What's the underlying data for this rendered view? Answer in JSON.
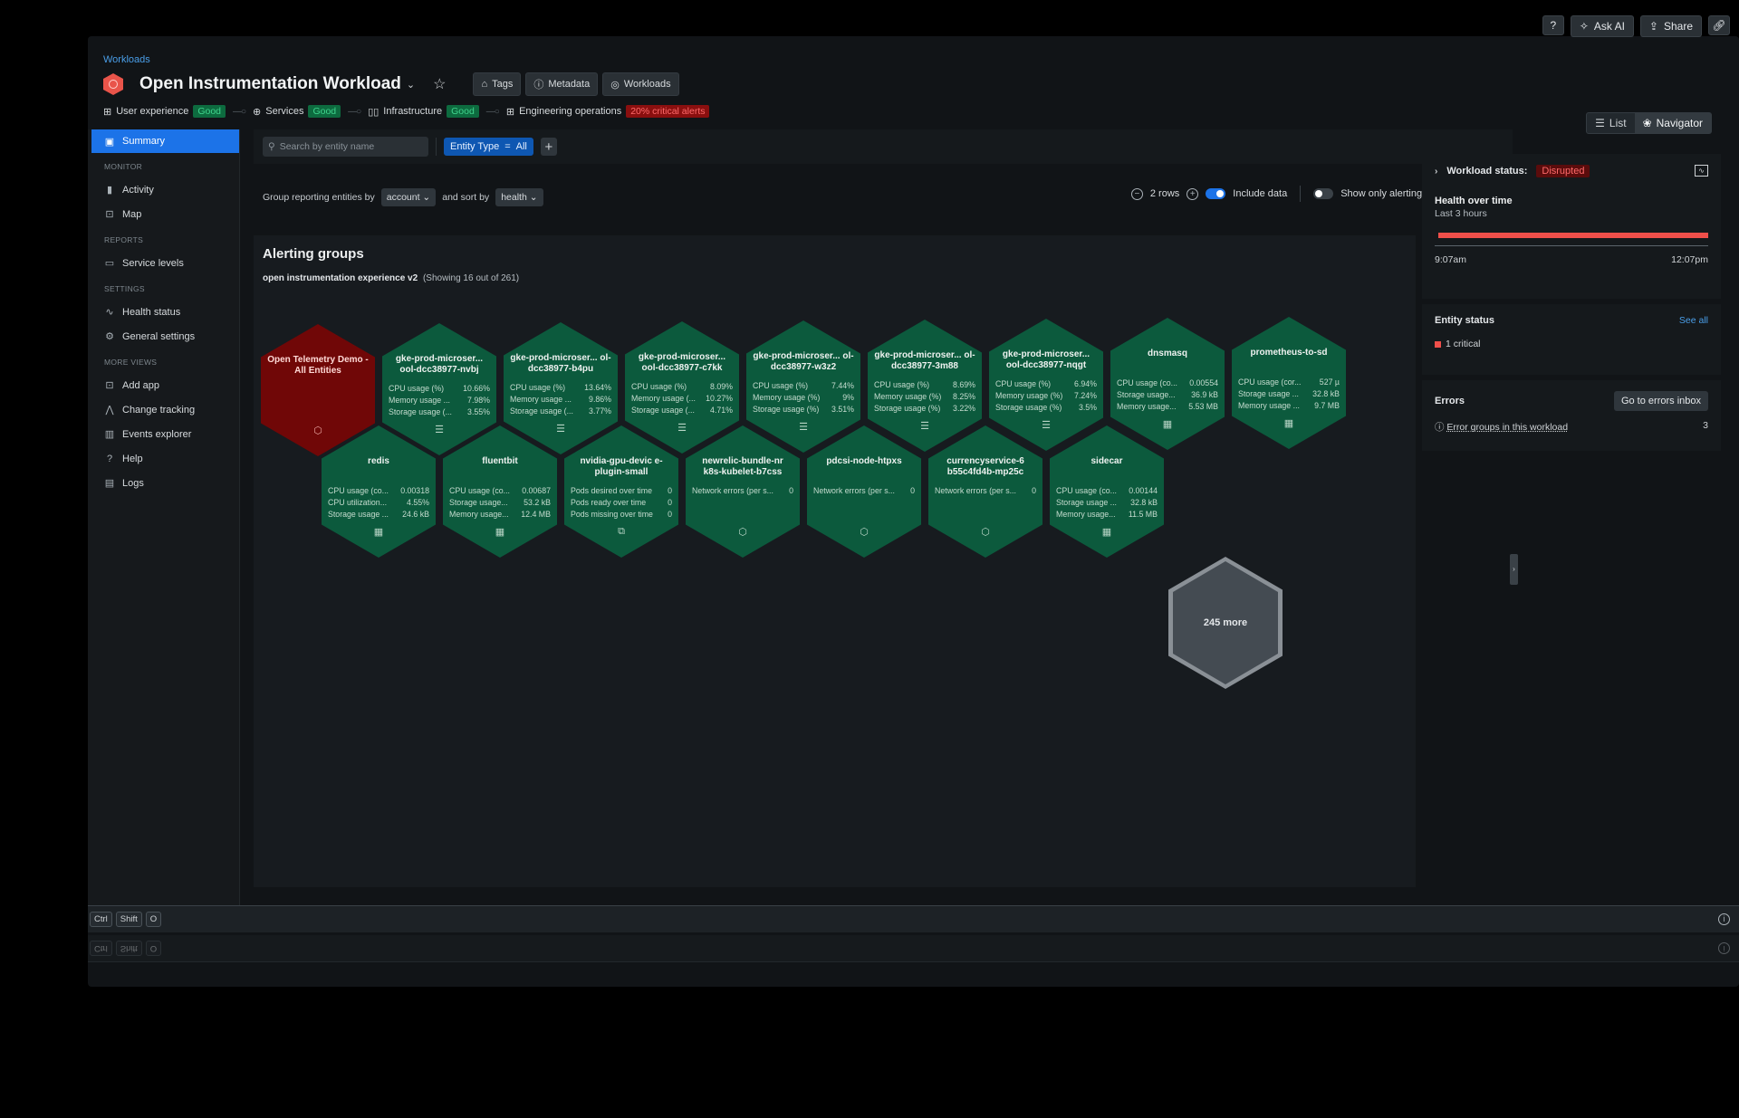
{
  "header": {
    "breadcrumb": "Workloads",
    "title": "Open Instrumentation Workload",
    "title_caret": "⌄",
    "star": "☆",
    "buttons": [
      {
        "label": "Tags",
        "icon": "tag-icon",
        "glyph": "⌂"
      },
      {
        "label": "Metadata",
        "icon": "info-icon",
        "glyph": "ⓘ"
      },
      {
        "label": "Workloads",
        "icon": "workload-icon",
        "glyph": "◎"
      }
    ],
    "health": [
      {
        "label": "User experience",
        "status": "Good",
        "icon": "sitemap-icon",
        "glyph": "⊞"
      },
      {
        "label": "Services",
        "status": "Good",
        "icon": "globe-icon",
        "glyph": "⊕"
      },
      {
        "label": "Infrastructure",
        "status": "Good",
        "icon": "server-icon",
        "glyph": "▯▯"
      },
      {
        "label": "Engineering operations",
        "status": "20% critical alerts",
        "icon": "grid-icon",
        "glyph": "⊞"
      }
    ],
    "connector": "—○"
  },
  "top_right": {
    "help": "?",
    "ask_ai": "Ask AI",
    "ask_ai_glyph": "✧",
    "share": "Share",
    "share_glyph": "⇪",
    "link_glyph": "🔗︎"
  },
  "view_toggle": {
    "list": "List",
    "list_glyph": "☰",
    "navigator": "Navigator",
    "navigator_glyph": "❀"
  },
  "sidebar": {
    "summary": "Summary",
    "sections": [
      {
        "heading": "MONITOR",
        "items": [
          {
            "label": "Activity",
            "glyph": "▮"
          },
          {
            "label": "Map",
            "glyph": "⊡"
          }
        ]
      },
      {
        "heading": "REPORTS",
        "items": [
          {
            "label": "Service levels",
            "glyph": "▭"
          }
        ]
      },
      {
        "heading": "SETTINGS",
        "items": [
          {
            "label": "Health status",
            "glyph": "∿"
          },
          {
            "label": "General settings",
            "glyph": "⚙"
          }
        ]
      },
      {
        "heading": "MORE VIEWS",
        "items": [
          {
            "label": "Add app",
            "glyph": "⊡"
          },
          {
            "label": "Change tracking",
            "glyph": "⋀"
          },
          {
            "label": "Events explorer",
            "glyph": "▥"
          },
          {
            "label": "Help",
            "glyph": "?"
          },
          {
            "label": "Logs",
            "glyph": "▤"
          }
        ]
      }
    ]
  },
  "filter": {
    "search_placeholder": "Search by entity name",
    "chip_key": "Entity Type",
    "chip_op": "=",
    "chip_value": "All",
    "add": "+"
  },
  "grouping": {
    "group_label": "Group reporting entities by",
    "group_value": "account ⌄",
    "sort_label": "and sort by",
    "sort_value": "health ⌄",
    "minus": "−",
    "rows": "2 rows",
    "plus": "+",
    "include_data": "Include data",
    "include_data_on": true,
    "alerting_only": "Show only alerting entities",
    "alerting_only_on": false,
    "help": "?"
  },
  "alerting_groups": {
    "title": "Alerting groups",
    "account": "open instrumentation experience v2",
    "showing": "(Showing 16 out of 261)",
    "row1": [
      {
        "name": "Open Telemetry Demo - All Entities",
        "status": "critical",
        "icon": "⬡",
        "metrics": []
      },
      {
        "name": "gke-prod-microser... ool-dcc38977-nvbj",
        "status": "ok",
        "icon": "☰",
        "metrics": [
          [
            "CPU usage (%)",
            "10.66%"
          ],
          [
            "Memory usage ...",
            "7.98%"
          ],
          [
            "Storage usage (...",
            "3.55%"
          ]
        ]
      },
      {
        "name": "gke-prod-microser... ol-dcc38977-b4pu",
        "status": "ok",
        "icon": "☰",
        "metrics": [
          [
            "CPU usage (%)",
            "13.64%"
          ],
          [
            "Memory usage ...",
            "9.86%"
          ],
          [
            "Storage usage (...",
            "3.77%"
          ]
        ]
      },
      {
        "name": "gke-prod-microser... ool-dcc38977-c7kk",
        "status": "ok",
        "icon": "☰",
        "metrics": [
          [
            "CPU usage (%)",
            "8.09%"
          ],
          [
            "Memory usage (...",
            "10.27%"
          ],
          [
            "Storage usage (...",
            "4.71%"
          ]
        ]
      },
      {
        "name": "gke-prod-microser... ol-dcc38977-w3z2",
        "status": "ok",
        "icon": "☰",
        "metrics": [
          [
            "CPU usage (%)",
            "7.44%"
          ],
          [
            "Memory usage (%)",
            "9%"
          ],
          [
            "Storage usage (%)",
            "3.51%"
          ]
        ]
      },
      {
        "name": "gke-prod-microser... ol-dcc38977-3m88",
        "status": "ok",
        "icon": "☰",
        "metrics": [
          [
            "CPU usage (%)",
            "8.69%"
          ],
          [
            "Memory usage (%)",
            "8.25%"
          ],
          [
            "Storage usage (%)",
            "3.22%"
          ]
        ]
      },
      {
        "name": "gke-prod-microser... ool-dcc38977-nqgt",
        "status": "ok",
        "icon": "☰",
        "metrics": [
          [
            "CPU usage (%)",
            "6.94%"
          ],
          [
            "Memory usage (%)",
            "7.24%"
          ],
          [
            "Storage usage (%)",
            "3.5%"
          ]
        ]
      },
      {
        "name": "dnsmasq",
        "status": "ok",
        "icon": "▦",
        "metrics": [
          [
            "CPU usage (co...",
            "0.00554"
          ],
          [
            "Storage usage...",
            "36.9 kB"
          ],
          [
            "Memory usage...",
            "5.53 MB"
          ]
        ]
      },
      {
        "name": "prometheus-to-sd",
        "status": "ok",
        "icon": "▦",
        "metrics": [
          [
            "CPU usage (cor...",
            "527 µ"
          ],
          [
            "Storage usage ...",
            "32.8 kB"
          ],
          [
            "Memory usage ...",
            "9.7 MB"
          ]
        ]
      }
    ],
    "row2": [
      {
        "name": "redis",
        "status": "ok",
        "icon": "▦",
        "metrics": [
          [
            "CPU usage (co...",
            "0.00318"
          ],
          [
            "CPU utilization...",
            "4.55%"
          ],
          [
            "Storage usage ...",
            "24.6 kB"
          ]
        ]
      },
      {
        "name": "fluentbit",
        "status": "ok",
        "icon": "▦",
        "metrics": [
          [
            "CPU usage (co...",
            "0.00687"
          ],
          [
            "Storage usage...",
            "53.2 kB"
          ],
          [
            "Memory usage...",
            "12.4 MB"
          ]
        ]
      },
      {
        "name": "nvidia-gpu-devic e-plugin-small",
        "status": "ok",
        "icon": "⧉",
        "metrics": [
          [
            "Pods desired over time",
            "0"
          ],
          [
            "Pods ready over time",
            "0"
          ],
          [
            "Pods missing over time",
            "0"
          ]
        ]
      },
      {
        "name": "newrelic-bundle-nr k8s-kubelet-b7css",
        "status": "ok",
        "icon": "⬡",
        "metrics": [
          [
            "Network errors (per s...",
            "0"
          ]
        ]
      },
      {
        "name": "pdcsi-node-htpxs",
        "status": "ok",
        "icon": "⬡",
        "metrics": [
          [
            "Network errors (per s...",
            "0"
          ]
        ]
      },
      {
        "name": "currencyservice-6 b55c4fd4b-mp25c",
        "status": "ok",
        "icon": "⬡",
        "metrics": [
          [
            "Network errors (per s...",
            "0"
          ]
        ]
      },
      {
        "name": "sidecar",
        "status": "ok",
        "icon": "▦",
        "metrics": [
          [
            "CPU usage (co...",
            "0.00144"
          ],
          [
            "Storage usage ...",
            "32.8 kB"
          ],
          [
            "Memory usage...",
            "11.5 MB"
          ]
        ]
      }
    ],
    "more": "245 more"
  },
  "right_panel": {
    "chevron": "›",
    "workload_status_label": "Workload status:",
    "workload_status": "Disrupted",
    "chart_glyph": "∿",
    "health_title": "Health over time",
    "health_sub": "Last 3 hours",
    "time_start": "9:07am",
    "time_end": "12:07pm",
    "entity_status": "Entity status",
    "see_all": "See all",
    "critical": "1 critical",
    "errors": "Errors",
    "errors_button": "Go to errors inbox",
    "error_groups": "Error groups in this workload",
    "error_count": "3"
  },
  "shortcut_bar": {
    "keys": [
      "Ctrl",
      "Shift",
      "O"
    ],
    "info": "i"
  },
  "colors": {
    "ok": "#0c5a3d",
    "critical": "#700707",
    "accent": "#1c73e8",
    "alert_red": "#ef4f4a"
  }
}
